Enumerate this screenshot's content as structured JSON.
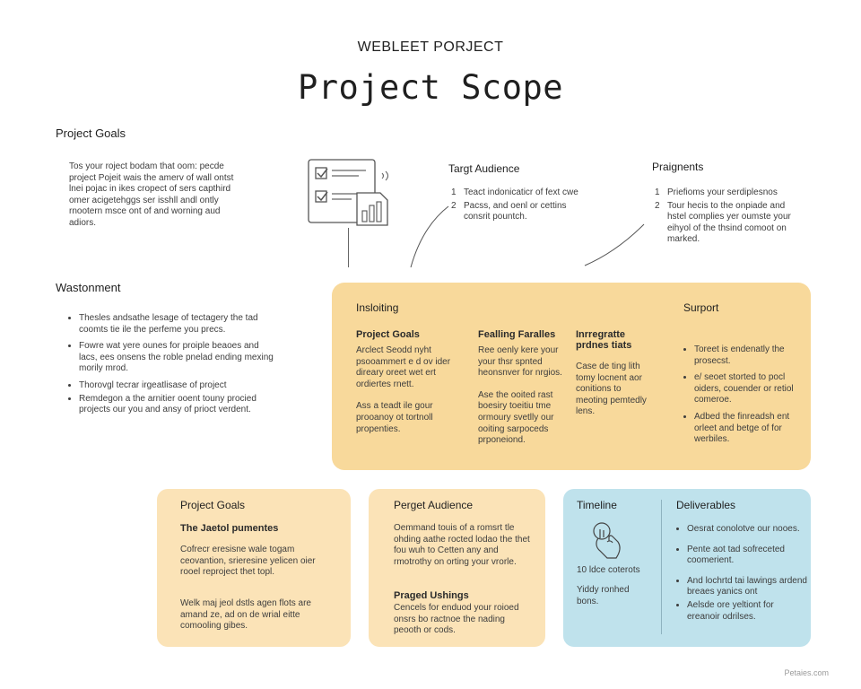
{
  "header": {
    "eyebrow": "WEBLEET PORJECT",
    "title": "Project Scope"
  },
  "goals_section": {
    "heading": "Project Goals",
    "text": "Tos your roject bodam that oom: pecde project Pojeit wais the amerv of wall ontst lnei pojac in ikes cropect of sers capthird omer acigetehggs ser isshll andl ontly rnootern msce ont of and worning aud adiors."
  },
  "target_top": {
    "heading": "Targt Audience",
    "items": [
      {
        "num": "1",
        "text": "Teact indonicaticr of fext cwe"
      },
      {
        "num": "2",
        "text": "Pacss, and oenl or cettins consrit pountch."
      }
    ]
  },
  "praignents": {
    "heading": "Praignents",
    "items": [
      {
        "num": "1",
        "text": "Priefioms your serdiplesnos"
      },
      {
        "num": "2",
        "text": "Tour hecis to the onpiade and hstel complies yer oumste your eihyol of the thsind comoot on marked."
      }
    ]
  },
  "wastonment": {
    "heading": "Wastonment",
    "items": [
      "Thesles andsathe lesage of tectagery the tad coomts tie ile the perfeme you precs.",
      "Fowre wat yere ounes for proiple beaoes and lacs, ees onsens the roble pnelad ending mexing morily mrod.",
      "Thorovgl tecrar irgeatlisase of project",
      "Remdegon a the arnitier ooent touny procied projects our you and ansy of prioct verdent."
    ]
  },
  "main_panel": {
    "heading": "Insloiting",
    "support_heading": "Surport",
    "col1": {
      "heading": "Project Goals",
      "p1": "Arclect Seodd nyht psooammert e d ov ider direary oreet wet ert ordiertes rnett.",
      "p2": "Ass a teadt ile gour prooanoy ot tortnoll propenties."
    },
    "col2": {
      "heading": "Fealling Faralles",
      "p1": "Ree oenly kere your your thsr spnted heonsnver for nrgios.",
      "p2": "Ase the ooited rast boesiry toeitiu tme ormoury svetlly our ooiting sarpoceds prponeiond."
    },
    "col3": {
      "heading": "Inrregratte prdnes tiats",
      "p1": "Case de ting lith tomy locnent aor conitions to meoting pemtedly lens."
    },
    "support_items": [
      "Toreet is endenatly the prosecst.",
      "e/ seoet storted to pocl oiders, couender or retiol comeroe.",
      "Adbed the finreadsh ent orleet and betge of for werbiles."
    ]
  },
  "card_goals": {
    "heading": "Project Goals",
    "subheading": "The Jaetol pumentes",
    "p1": "Cofrecr eresisne wale togam ceovantion, srieresine yelicen oier rooel reproject thet topl.",
    "p2": "Welk maj jeol dstls agen flots are amand ze, ad on de wrial eitte comooling gibes."
  },
  "card_audience": {
    "heading": "Perget Audience",
    "p1": "Oemmand touis of a romsrt tle ohding aathe rocted lodao the thet fou wuh to Cetten any and rmotrothy on orting your vrorle.",
    "subheading": "Praged Ushings",
    "p2": "Cencels for enduod your roioed onsrs bo ractnoe the nading peooth or cods."
  },
  "card_timeline": {
    "timeline_heading": "Timeline",
    "timeline_lines": [
      "10 ldce coterots",
      "Yiddy ronhed bons."
    ],
    "deliverables_heading": "Deliverables",
    "deliverables_items": [
      "Oesrat conolotve our nooes.",
      "Pente aot tad sofreceted coomerient.",
      "And lochrtd tai lawings ardend breaes yanics ont",
      "Aelsde ore yeltiont for ereanoir odrilses."
    ]
  },
  "footer": {
    "credit": "Petaies.com"
  },
  "colors": {
    "orange_panel": "#f8d99b",
    "peach_card": "#fbe3b7",
    "blue_card": "#bfe2ec"
  },
  "icons": [
    "checklist-chart-icon",
    "hand-pointer-icon"
  ]
}
